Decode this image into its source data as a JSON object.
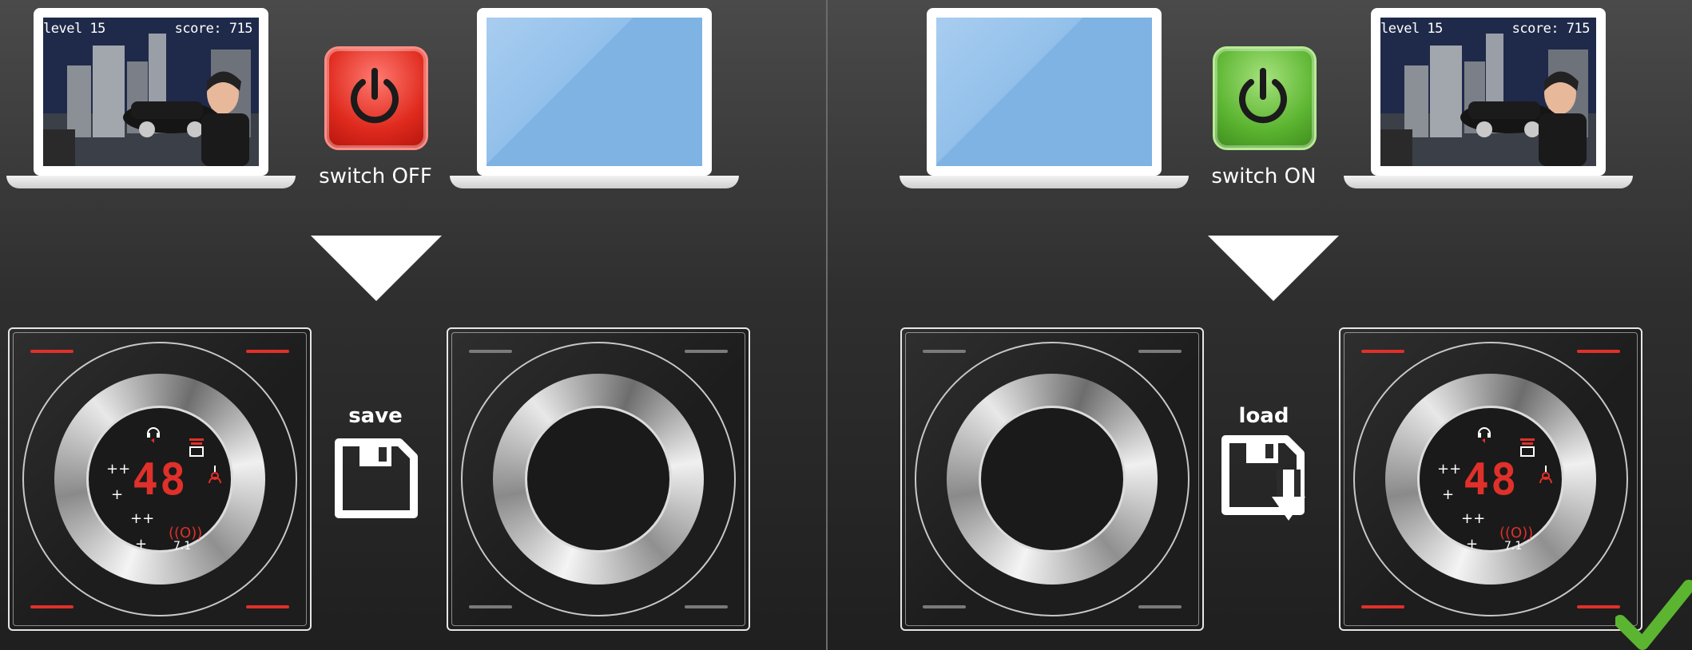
{
  "left_panel": {
    "caption": "switch OFF",
    "action_label": "save",
    "game_hud": {
      "level": "level 15",
      "score": "score: 715"
    },
    "device_readout": "48",
    "power_color": "#e0302a"
  },
  "right_panel": {
    "caption": "switch ON",
    "action_label": "load",
    "game_hud": {
      "level": "level 15",
      "score": "score: 715"
    },
    "device_readout": "48",
    "power_color": "#5cb531"
  },
  "device_icons": {
    "plusplus": "++",
    "plus": "+",
    "surround": "7.1",
    "ring": "((O))"
  },
  "icons": [
    "power-icon",
    "save-icon",
    "load-icon",
    "checkmark-icon",
    "headphone-icon",
    "equalizer-icon",
    "microphone-icon"
  ],
  "colors": {
    "accent_red": "#e0302a",
    "accent_green": "#5cb531",
    "background": "#2f2f2f"
  }
}
